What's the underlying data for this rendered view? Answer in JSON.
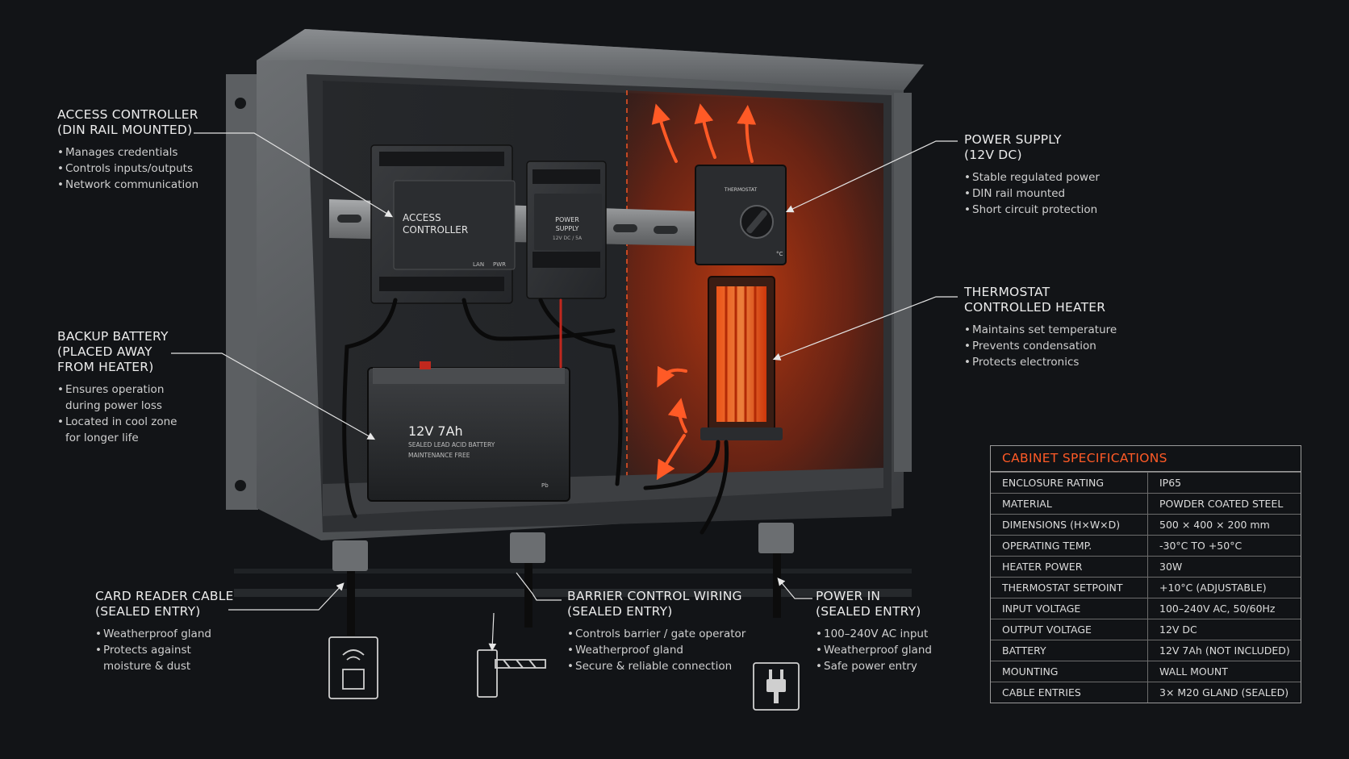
{
  "modules": {
    "controller": {
      "line1": "ACCESS",
      "line2": "CONTROLLER",
      "lan": "LAN",
      "pwr": "PWR"
    },
    "psu": {
      "line1": "POWER",
      "line2": "SUPPLY",
      "line3": "12V DC / 5A"
    },
    "battery": {
      "rating": "12V 7Ah",
      "line1": "SEALED LEAD ACID BATTERY",
      "line2": "MAINTENANCE FREE",
      "pb": "Pb"
    },
    "thermostat": {
      "label": "THERMOSTAT",
      "unit": "°C"
    }
  },
  "callouts": {
    "access_controller": {
      "title": [
        "ACCESS CONTROLLER",
        "(DIN RAIL MOUNTED)"
      ],
      "bullets": [
        [
          "Manages credentials"
        ],
        [
          "Controls inputs/outputs"
        ],
        [
          "Network communication"
        ]
      ]
    },
    "backup_battery": {
      "title": [
        "BACKUP BATTERY",
        "(PLACED AWAY",
        "FROM HEATER)"
      ],
      "bullets": [
        [
          "Ensures operation",
          "during power loss"
        ],
        [
          "Located in cool zone",
          "for longer life"
        ]
      ]
    },
    "power_supply": {
      "title": [
        "POWER SUPPLY",
        "(12V DC)"
      ],
      "bullets": [
        [
          "Stable regulated power"
        ],
        [
          "DIN rail mounted"
        ],
        [
          "Short circuit protection"
        ]
      ]
    },
    "heater": {
      "title": [
        "THERMOSTAT",
        "CONTROLLED HEATER"
      ],
      "bullets": [
        [
          "Maintains set temperature"
        ],
        [
          "Prevents condensation"
        ],
        [
          "Protects electronics"
        ]
      ]
    },
    "card_reader": {
      "title": [
        "CARD READER CABLE",
        "(SEALED ENTRY)"
      ],
      "bullets": [
        [
          "Weatherproof gland"
        ],
        [
          "Protects against",
          "moisture & dust"
        ]
      ]
    },
    "barrier": {
      "title": [
        "BARRIER CONTROL WIRING",
        "(SEALED ENTRY)"
      ],
      "bullets": [
        [
          "Controls barrier / gate operator"
        ],
        [
          "Weatherproof gland"
        ],
        [
          "Secure & reliable connection"
        ]
      ]
    },
    "power_in": {
      "title": [
        "POWER IN",
        "(SEALED ENTRY)"
      ],
      "bullets": [
        [
          "100–240V AC input"
        ],
        [
          "Weatherproof gland"
        ],
        [
          "Safe power entry"
        ]
      ]
    }
  },
  "specs": {
    "title": "CABINET SPECIFICATIONS",
    "rows": [
      [
        "ENCLOSURE RATING",
        "IP65"
      ],
      [
        "MATERIAL",
        "POWDER COATED STEEL"
      ],
      [
        "DIMENSIONS (H×W×D)",
        "500 × 400 × 200 mm"
      ],
      [
        "OPERATING TEMP.",
        "-30°C TO +50°C"
      ],
      [
        "HEATER POWER",
        "30W"
      ],
      [
        "THERMOSTAT SETPOINT",
        "+10°C (ADJUSTABLE)"
      ],
      [
        "INPUT VOLTAGE",
        "100–240V AC, 50/60Hz"
      ],
      [
        "OUTPUT VOLTAGE",
        "12V DC"
      ],
      [
        "BATTERY",
        "12V 7Ah (NOT INCLUDED)"
      ],
      [
        "MOUNTING",
        "WALL MOUNT"
      ],
      [
        "CABLE ENTRIES",
        "3× M20 GLAND (SEALED)"
      ]
    ]
  },
  "colors": {
    "accent": "#ff5a26",
    "heat": "#ff3d0a",
    "background": "#121417"
  }
}
